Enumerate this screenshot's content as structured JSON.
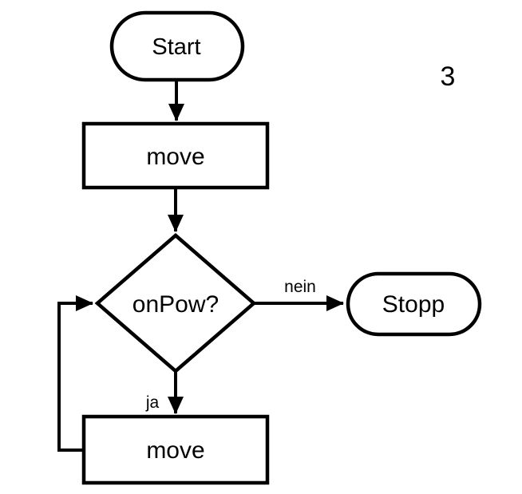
{
  "page_number": "3",
  "diagram": {
    "type": "flowchart",
    "nodes": {
      "start": {
        "label": "Start",
        "shape": "stadium"
      },
      "move1": {
        "label": "move",
        "shape": "rectangle"
      },
      "decision": {
        "label": "onPow?",
        "shape": "diamond"
      },
      "stopp": {
        "label": "Stopp",
        "shape": "stadium"
      },
      "move2": {
        "label": "move",
        "shape": "rectangle"
      }
    },
    "edges": {
      "start_to_move1": {
        "label": ""
      },
      "move1_to_decision": {
        "label": ""
      },
      "decision_to_stopp": {
        "label": "nein"
      },
      "decision_to_move2": {
        "label": "ja"
      },
      "move2_loop_to_decision": {
        "label": ""
      }
    },
    "colors": {
      "stroke": "#000000",
      "fill": "#ffffff",
      "text": "#000000"
    }
  }
}
